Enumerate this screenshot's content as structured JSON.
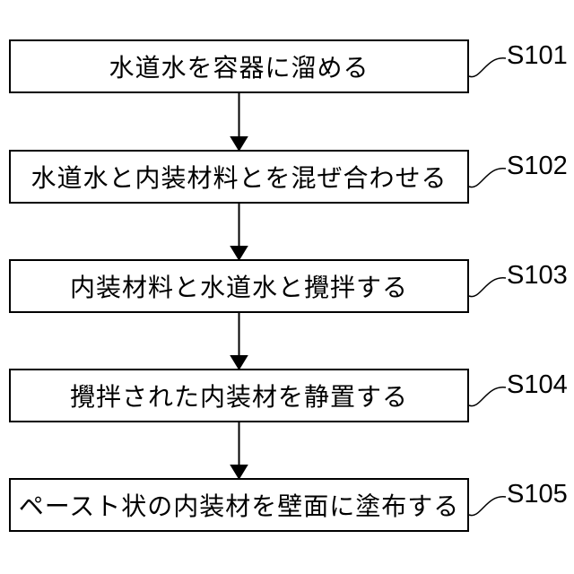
{
  "figure": {
    "type": "flowchart",
    "background_color": "#ffffff",
    "line_color": "#000000",
    "steps": [
      {
        "text": "水道水を容器に溜める",
        "label": "S101"
      },
      {
        "text": "水道水と内装材料とを混ぜ合わせる",
        "label": "S102"
      },
      {
        "text": "内装材料と水道水と攪拌する",
        "label": "S103"
      },
      {
        "text": "攪拌された内装材を静置する",
        "label": "S104"
      },
      {
        "text": "ペースト状の内装材を壁面に塗布する",
        "label": "S105"
      }
    ]
  }
}
